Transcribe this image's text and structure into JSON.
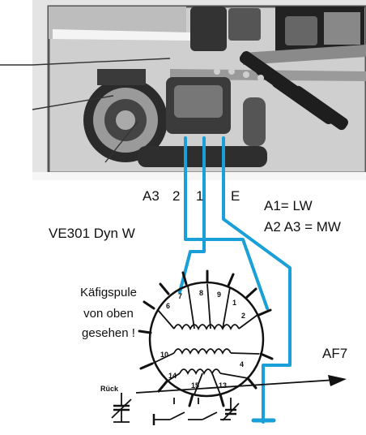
{
  "labels": {
    "terminals": {
      "a3": "A3",
      "two": "2",
      "one": "1",
      "e": "E"
    },
    "legend_line1": "A1= LW",
    "legend_line2": "A2 A3 = MW",
    "radio_model": "VE301 Dyn W",
    "coil_note": [
      "Käfigspule",
      "von oben",
      "gesehen !"
    ],
    "tube": "AF7",
    "rueck": "Rück"
  },
  "colors": {
    "wire_blue": "#1aa0d8",
    "ink": "#111111",
    "photo_bg": "#e6e6e6",
    "photo_dark": "#2a2a2a"
  }
}
